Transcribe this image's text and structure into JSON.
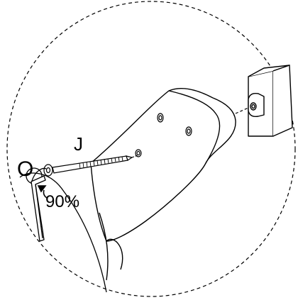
{
  "labels": {
    "part_j": "J",
    "part_o": "O",
    "angle": "90%"
  },
  "colors": {
    "line": "#000000",
    "background": "#ffffff"
  },
  "icons": {
    "allen_key": "allen-key-icon",
    "bolt": "bolt-icon",
    "barrel_nut": "barrel-nut-icon"
  }
}
